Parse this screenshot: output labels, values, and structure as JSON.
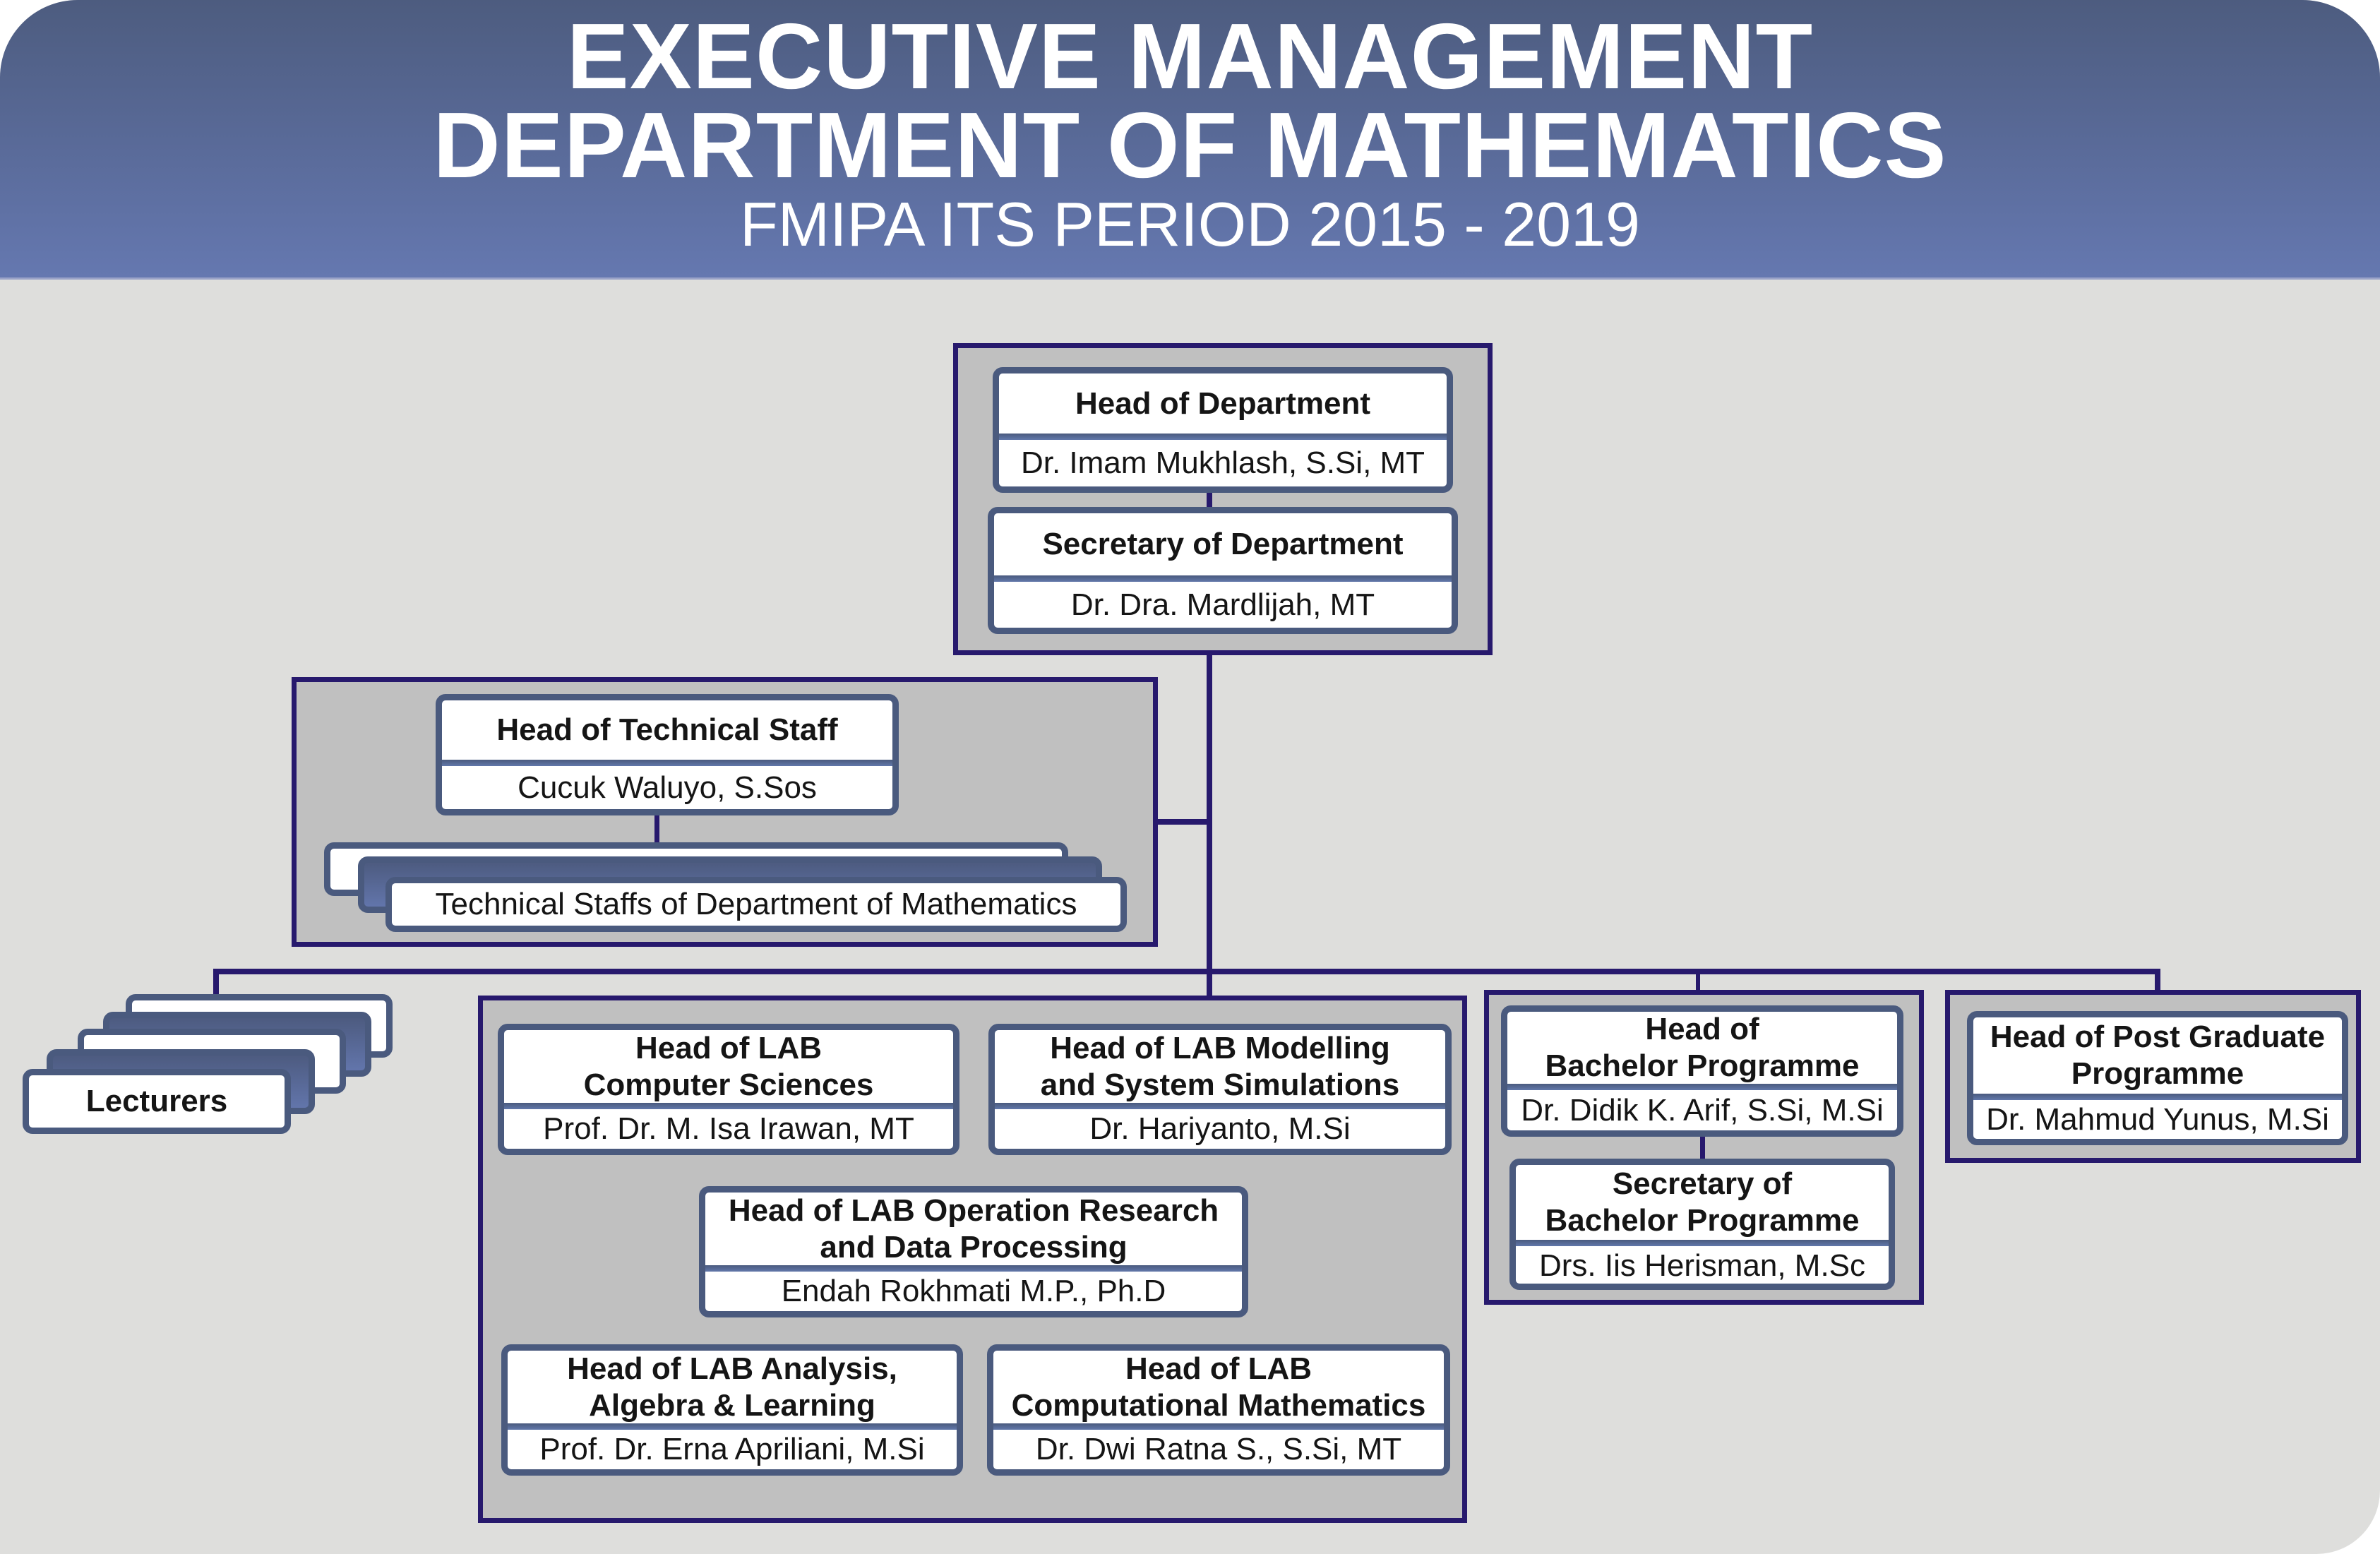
{
  "header": {
    "title_line1": "EXECUTIVE MANAGEMENT",
    "title_line2": "DEPARTMENT OF MATHEMATICS",
    "subtitle": "FMIPA ITS PERIOD 2015 - 2019"
  },
  "colors": {
    "header_gradient_top": "#4d5c7f",
    "header_gradient_bottom": "#6578b0",
    "background": "#dededc",
    "group_fill": "#c0c0c0",
    "connector": "#27196d",
    "card_border": "#4a5a7e"
  },
  "department": {
    "head": {
      "title": "Head of Department",
      "name": "Dr. Imam Mukhlash, S.Si, MT"
    },
    "secretary": {
      "title": "Secretary of Department",
      "name": "Dr. Dra. Mardlijah, MT"
    }
  },
  "technical": {
    "head": {
      "title": "Head of Technical Staff",
      "name": "Cucuk Waluyo, S.Sos"
    },
    "staff_label": "Technical Staffs of Department of Mathematics"
  },
  "lecturers": {
    "label": "Lecturers"
  },
  "labs": [
    {
      "title": "Head of LAB\nComputer Sciences",
      "name": "Prof. Dr. M. Isa Irawan, MT"
    },
    {
      "title": "Head of LAB Modelling\nand System Simulations",
      "name": "Dr. Hariyanto, M.Si"
    },
    {
      "title": "Head of LAB Operation Research\nand Data Processing",
      "name": "Endah Rokhmati M.P., Ph.D"
    },
    {
      "title": "Head of LAB Analysis,\nAlgebra & Learning",
      "name": "Prof. Dr. Erna Apriliani, M.Si"
    },
    {
      "title": "Head of LAB\nComputational Mathematics",
      "name": "Dr. Dwi Ratna S., S.Si, MT"
    }
  ],
  "bachelor": {
    "head": {
      "title": "Head of\nBachelor Programme",
      "name": "Dr. Didik K. Arif, S.Si, M.Si"
    },
    "secretary": {
      "title": "Secretary of\nBachelor Programme",
      "name": "Drs. Iis Herisman, M.Sc"
    }
  },
  "postgraduate": {
    "head": {
      "title": "Head of Post Graduate\nProgramme",
      "name": "Dr. Mahmud Yunus, M.Si"
    }
  }
}
